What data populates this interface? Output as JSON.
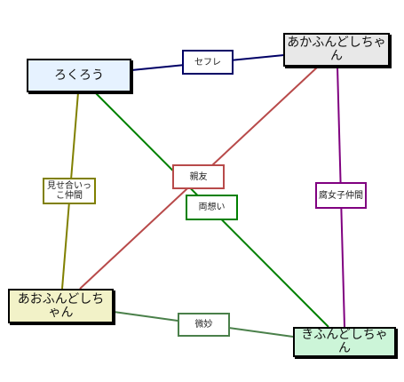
{
  "nodes": {
    "rokurou": {
      "label": "ろくろう",
      "fill": "#e6f2ff"
    },
    "akafun": {
      "label": "あかふんどしちゃん",
      "fill": "#e8e8e8"
    },
    "aofun": {
      "label": "あおふんどしちゃん",
      "fill": "#f2f2c8"
    },
    "kifun": {
      "label": "きふんどしちゃん",
      "fill": "#ccf5d8"
    }
  },
  "relations": {
    "sefure": {
      "label": "セフレ",
      "color": "#000066"
    },
    "shinyuu": {
      "label": "親友",
      "color": "#b84a4a"
    },
    "ryouomoi": {
      "label": "両想い",
      "color": "#008000"
    },
    "miseai": {
      "label": "見せ合いっこ仲間",
      "color": "#808000"
    },
    "fujoshi": {
      "label": "腐女子仲間",
      "color": "#800080"
    },
    "bimyou": {
      "label": "微妙",
      "color": "#4a804a"
    }
  }
}
